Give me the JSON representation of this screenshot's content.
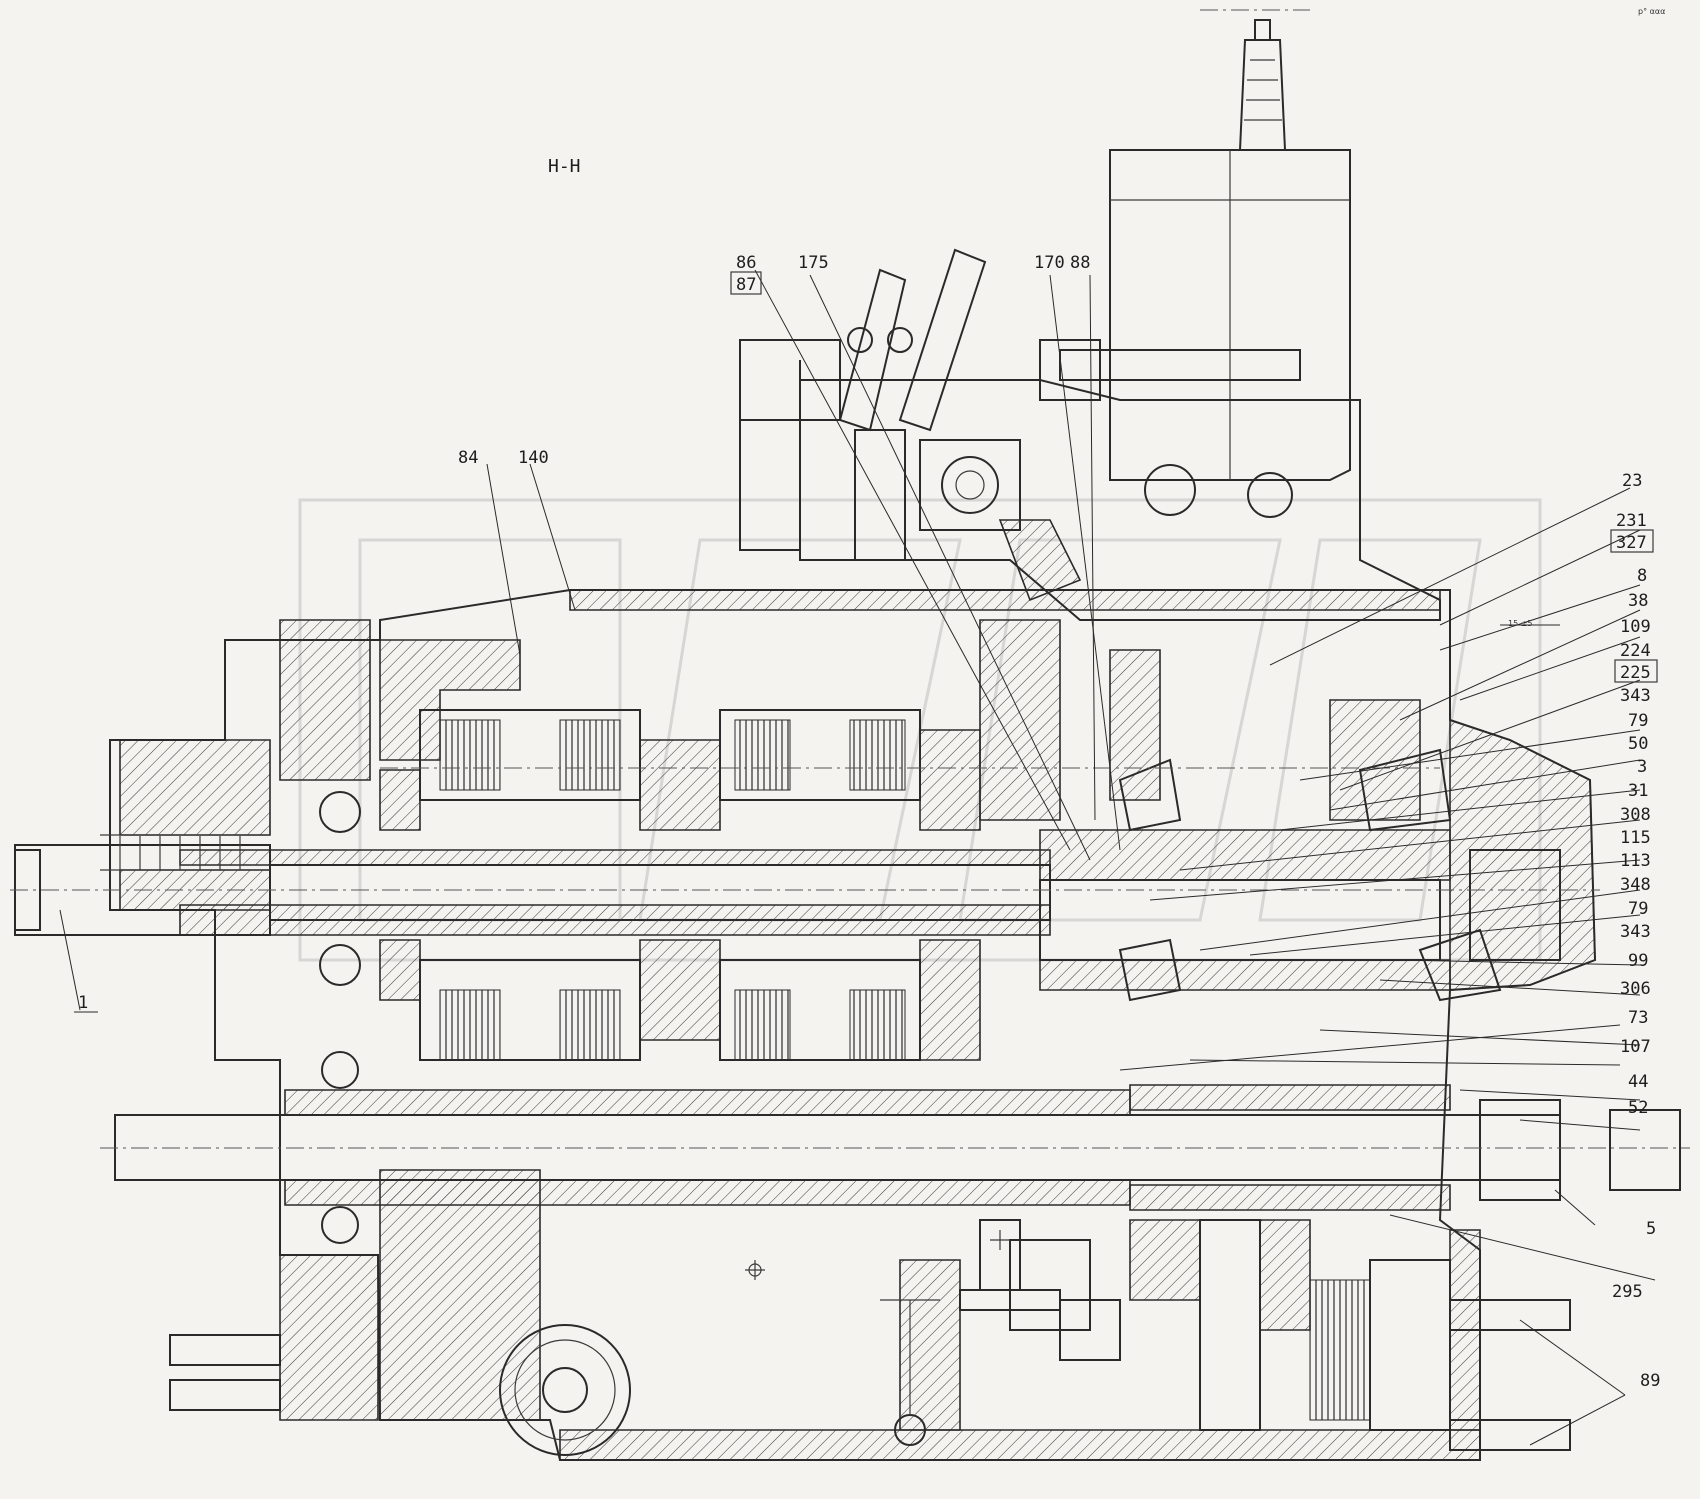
{
  "section_title": "H-H",
  "corner_note": "p° ααα",
  "dimension_note": "15 ±5",
  "callouts": [
    {
      "id": "c86",
      "text": "86"
    },
    {
      "id": "c87",
      "text": "87",
      "boxed": true
    },
    {
      "id": "c175",
      "text": "175"
    },
    {
      "id": "c170",
      "text": "170"
    },
    {
      "id": "c88",
      "text": "88"
    },
    {
      "id": "c84",
      "text": "84"
    },
    {
      "id": "c140",
      "text": "140"
    },
    {
      "id": "c1",
      "text": "1"
    },
    {
      "id": "c23",
      "text": "23"
    },
    {
      "id": "c231",
      "text": "231"
    },
    {
      "id": "c327",
      "text": "327",
      "boxed": true
    },
    {
      "id": "c8",
      "text": "8"
    },
    {
      "id": "c38",
      "text": "38"
    },
    {
      "id": "c109",
      "text": "109"
    },
    {
      "id": "c224",
      "text": "224"
    },
    {
      "id": "c225",
      "text": "225",
      "boxed": true
    },
    {
      "id": "c343a",
      "text": "343"
    },
    {
      "id": "c79a",
      "text": "79"
    },
    {
      "id": "c50",
      "text": "50"
    },
    {
      "id": "c3",
      "text": "3"
    },
    {
      "id": "c31",
      "text": "31"
    },
    {
      "id": "c308",
      "text": "308"
    },
    {
      "id": "c115",
      "text": "115"
    },
    {
      "id": "c113",
      "text": "113"
    },
    {
      "id": "c348",
      "text": "348"
    },
    {
      "id": "c79b",
      "text": "79"
    },
    {
      "id": "c343b",
      "text": "343"
    },
    {
      "id": "c99",
      "text": "99"
    },
    {
      "id": "c306",
      "text": "306"
    },
    {
      "id": "c73",
      "text": "73"
    },
    {
      "id": "c107",
      "text": "107"
    },
    {
      "id": "c44",
      "text": "44"
    },
    {
      "id": "c52",
      "text": "52"
    },
    {
      "id": "c5",
      "text": "5"
    },
    {
      "id": "c295",
      "text": "295"
    },
    {
      "id": "c89",
      "text": "89"
    }
  ]
}
